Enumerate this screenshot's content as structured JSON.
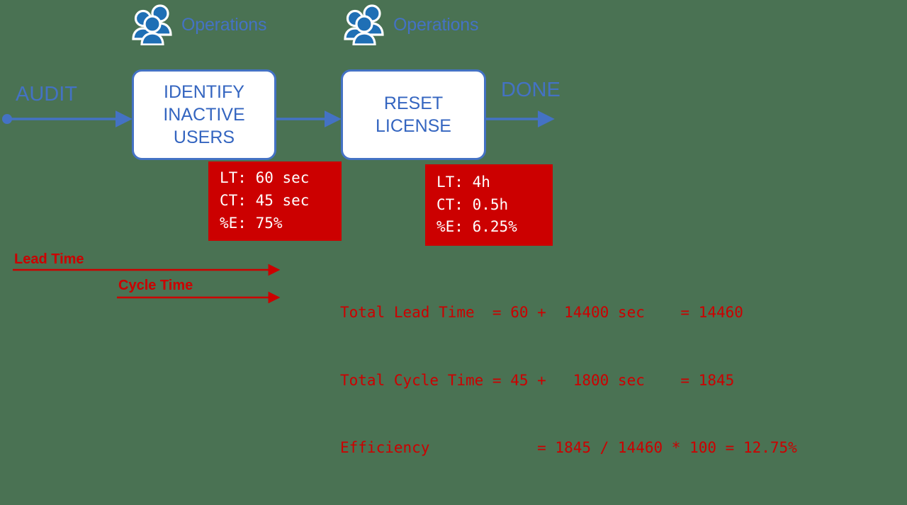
{
  "diagram": {
    "type": "value-stream-map",
    "background_color": "#4a7253",
    "accent_blue": "#4472c4",
    "accent_red": "#cc0000"
  },
  "resources": [
    {
      "icon": "people-group-icon",
      "label": "Operations"
    },
    {
      "icon": "people-group-icon",
      "label": "Operations"
    }
  ],
  "flow": {
    "start_label": "AUDIT",
    "end_label": "DONE"
  },
  "processes": [
    {
      "name": "identify-inactive-users",
      "lines": [
        "IDENTIFY",
        "INACTIVE",
        "USERS"
      ],
      "metrics": [
        "LT: 60 sec",
        "CT: 45 sec",
        "%E: 75%"
      ]
    },
    {
      "name": "reset-license",
      "lines": [
        "RESET",
        "LICENSE"
      ],
      "metrics": [
        "LT: 4h",
        "CT: 0.5h",
        "%E: 6.25%"
      ]
    }
  ],
  "measures": [
    {
      "name": "lead-time",
      "label": "Lead Time"
    },
    {
      "name": "cycle-time",
      "label": "Cycle Time"
    }
  ],
  "totals": [
    {
      "name": "total-lead-time",
      "text": "Total Lead Time  = 60 +  14400 sec    = 14460"
    },
    {
      "name": "total-cycle-time",
      "text": "Total Cycle Time = 45 +   1800 sec    = 1845"
    },
    {
      "name": "efficiency",
      "text": "Efficiency            = 1845 / 14460 * 100 = 12.75%"
    }
  ]
}
